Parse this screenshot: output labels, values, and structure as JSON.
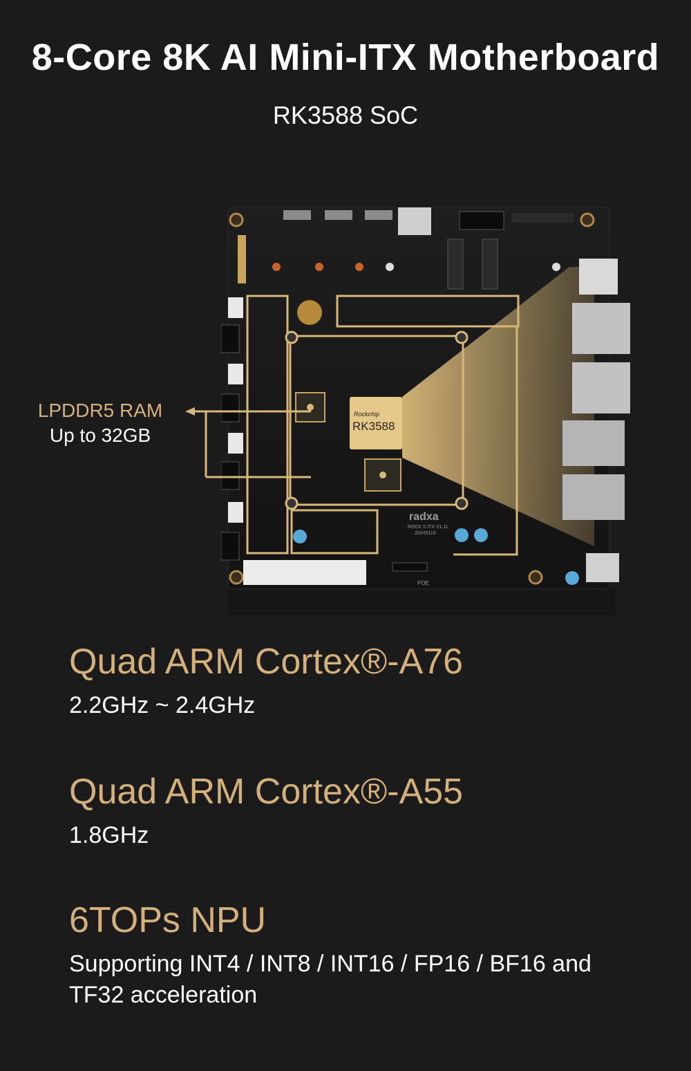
{
  "header": {
    "title": "8-Core 8K AI Mini-ITX Motherboard",
    "subtitle": "RK3588 SoC"
  },
  "board": {
    "chip_brand": "Rockchip",
    "chip_label": "RK3588",
    "vendor_logo": "radxa",
    "model_text": "ROCK 5 ITX V1.11",
    "date_code": "20240119",
    "poe_label": "POE",
    "highlight_color": "#d8b878"
  },
  "callout": {
    "ram_title": "LPDDR5 RAM",
    "ram_subtitle": "Up to 32GB"
  },
  "specs": [
    {
      "heading": "Quad ARM Cortex®-A76",
      "detail": "2.2GHz ~ 2.4GHz"
    },
    {
      "heading": "Quad ARM Cortex®-A55",
      "detail": "1.8GHz"
    },
    {
      "heading": "6TOPs NPU",
      "detail": "Supporting INT4 / INT8 / INT16 / FP16 / BF16 and TF32 acceleration"
    }
  ],
  "colors": {
    "background": "#1b1b1b",
    "accent_gold": "#d4b07a"
  }
}
